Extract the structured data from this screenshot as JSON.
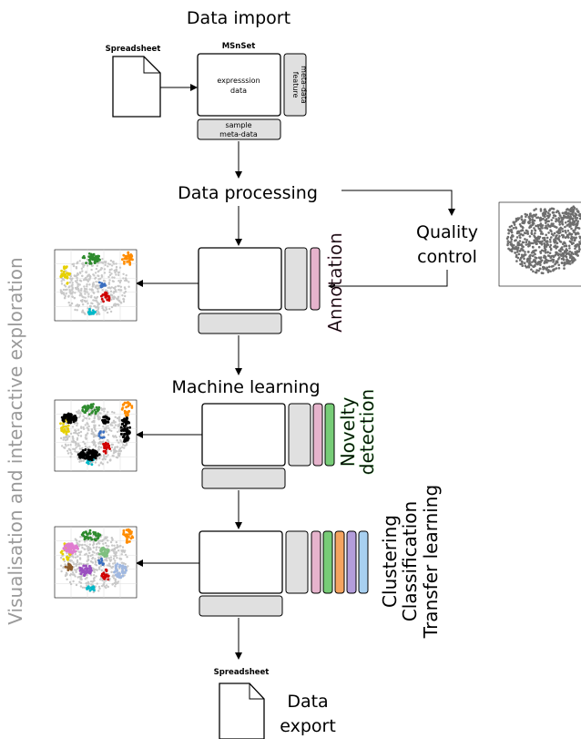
{
  "stages": {
    "data_import": "Data import",
    "data_processing": "Data processing",
    "quality_control": [
      "Quality",
      "control"
    ],
    "machine_learning": "Machine learning",
    "data_export": [
      "Data",
      "export"
    ]
  },
  "msnset": {
    "title": "MSnSet",
    "expression": [
      "expresssion",
      "data"
    ],
    "feature": [
      "feature",
      "meta-data"
    ],
    "sample": [
      "sample",
      "meta-data"
    ]
  },
  "spreadsheet_top": "Spreadsheet",
  "spreadsheet_bottom": "Spreadsheet",
  "side_label": "Visualisation and interactive exploration",
  "annotation": "Annotation",
  "novelty": [
    "Novelty",
    "detection"
  ],
  "methods": [
    "Clustering",
    "Classification",
    "Transfer learning"
  ],
  "colors": {
    "annotation_bar": "#e6b3cc",
    "novelty_bar": "#77cc77",
    "clustering_text": "#5a3d1e",
    "classification_text": "#2a3a70",
    "transfer_text": "#1e5a6a",
    "novelty_text": "#2a6a2a",
    "stripes": [
      "#e6b3cc",
      "#77cc77",
      "#f4a460",
      "#b39ddb",
      "#a8d0f0"
    ]
  }
}
